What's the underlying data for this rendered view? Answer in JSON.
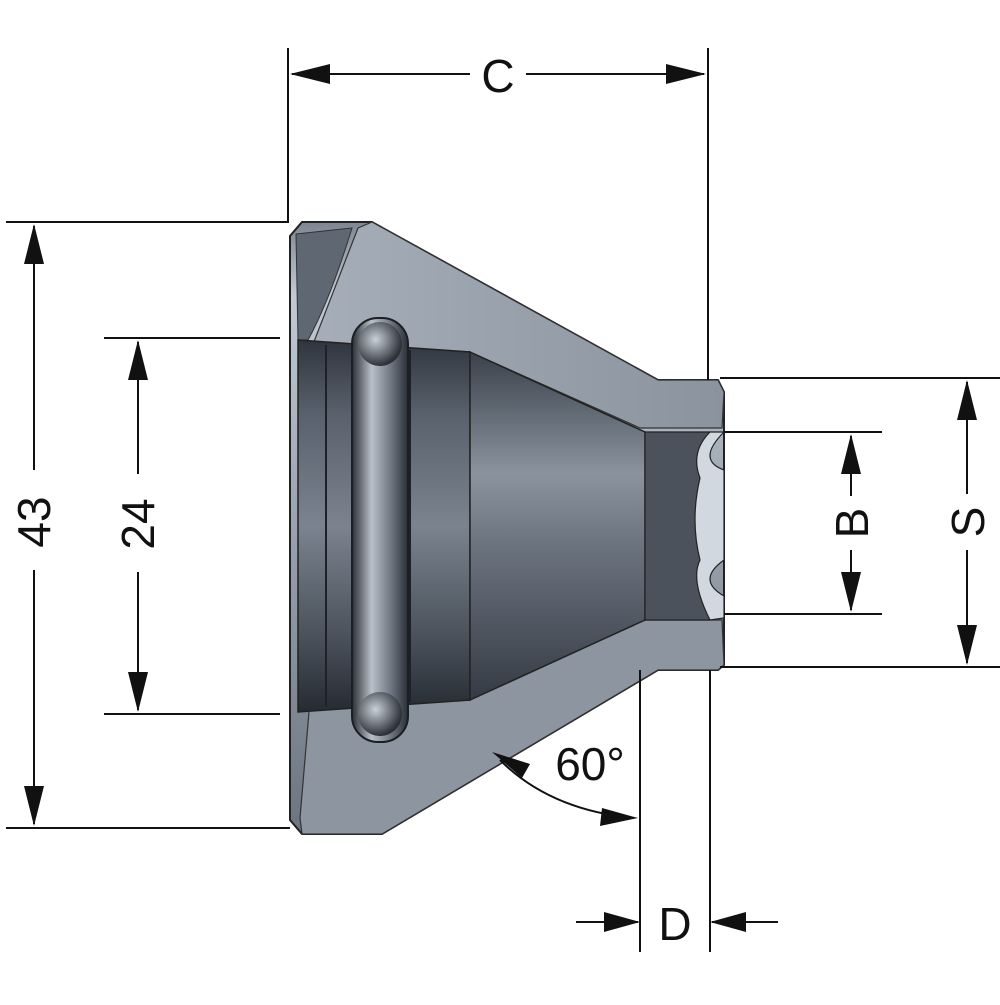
{
  "figure": {
    "dimensions": {
      "C": "C",
      "D": "D",
      "B": "B",
      "S": "S",
      "outer_diameter": "43",
      "inner_diameter": "24",
      "angle": "60°"
    },
    "colors": {
      "steel_light": "#b4bcc6",
      "steel_mid": "#8d96a2",
      "steel_dark": "#3e4550",
      "line": "#111111"
    }
  }
}
